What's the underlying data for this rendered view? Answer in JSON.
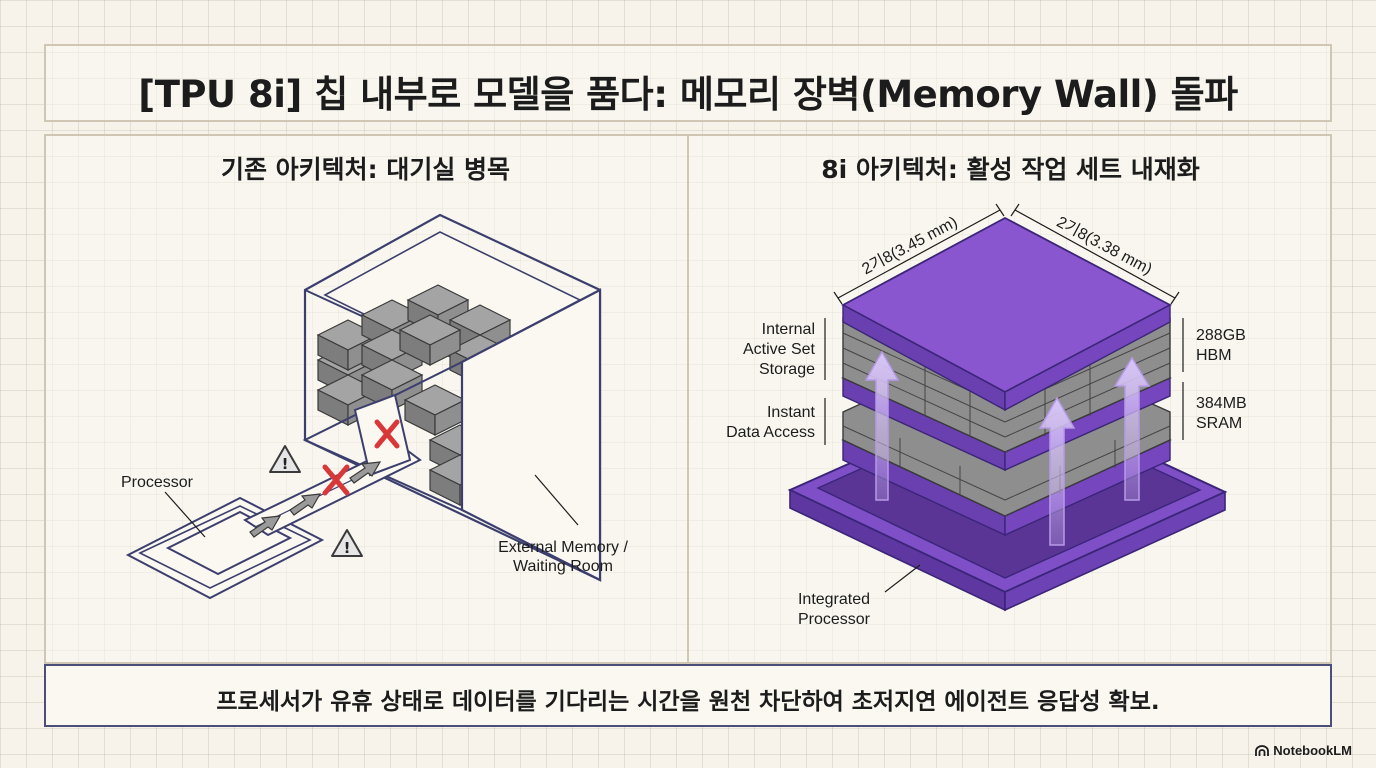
{
  "title": "[TPU 8i] 칩 내부로 모델을 품다: 메모리 장벽(Memory Wall) 돌파",
  "left_panel": {
    "heading": "기존 아키텍처: 대기실 병목",
    "processor_label": "Processor",
    "memory_label_line1": "External Memory /",
    "memory_label_line2": "Waiting Room"
  },
  "right_panel": {
    "heading": "8i 아키텍처: 활성 작업 세트 내재화",
    "dim_left": "2기8(3.45 mm)",
    "dim_right": "2기8(3.38 mm)",
    "storage_label": [
      "Internal",
      "Active Set",
      "Storage"
    ],
    "access_label": [
      "Instant",
      "Data Access"
    ],
    "hbm_label": [
      "288GB",
      "HBM"
    ],
    "sram_label": [
      "384MB",
      "SRAM"
    ],
    "processor_label": [
      "Integrated",
      "Processor"
    ]
  },
  "footer": "프로세서가 유휴 상태로 데이터를 기다리는 시간을 원천 차단하여 초저지연 에이전트 응답성 확보.",
  "brand": "NotebookLM",
  "colors": {
    "accent_purple": "#8a56cf",
    "dark_purple": "#6a3fb0",
    "block_gray": "#8e8e8e",
    "warning_x": "#d9383a"
  }
}
